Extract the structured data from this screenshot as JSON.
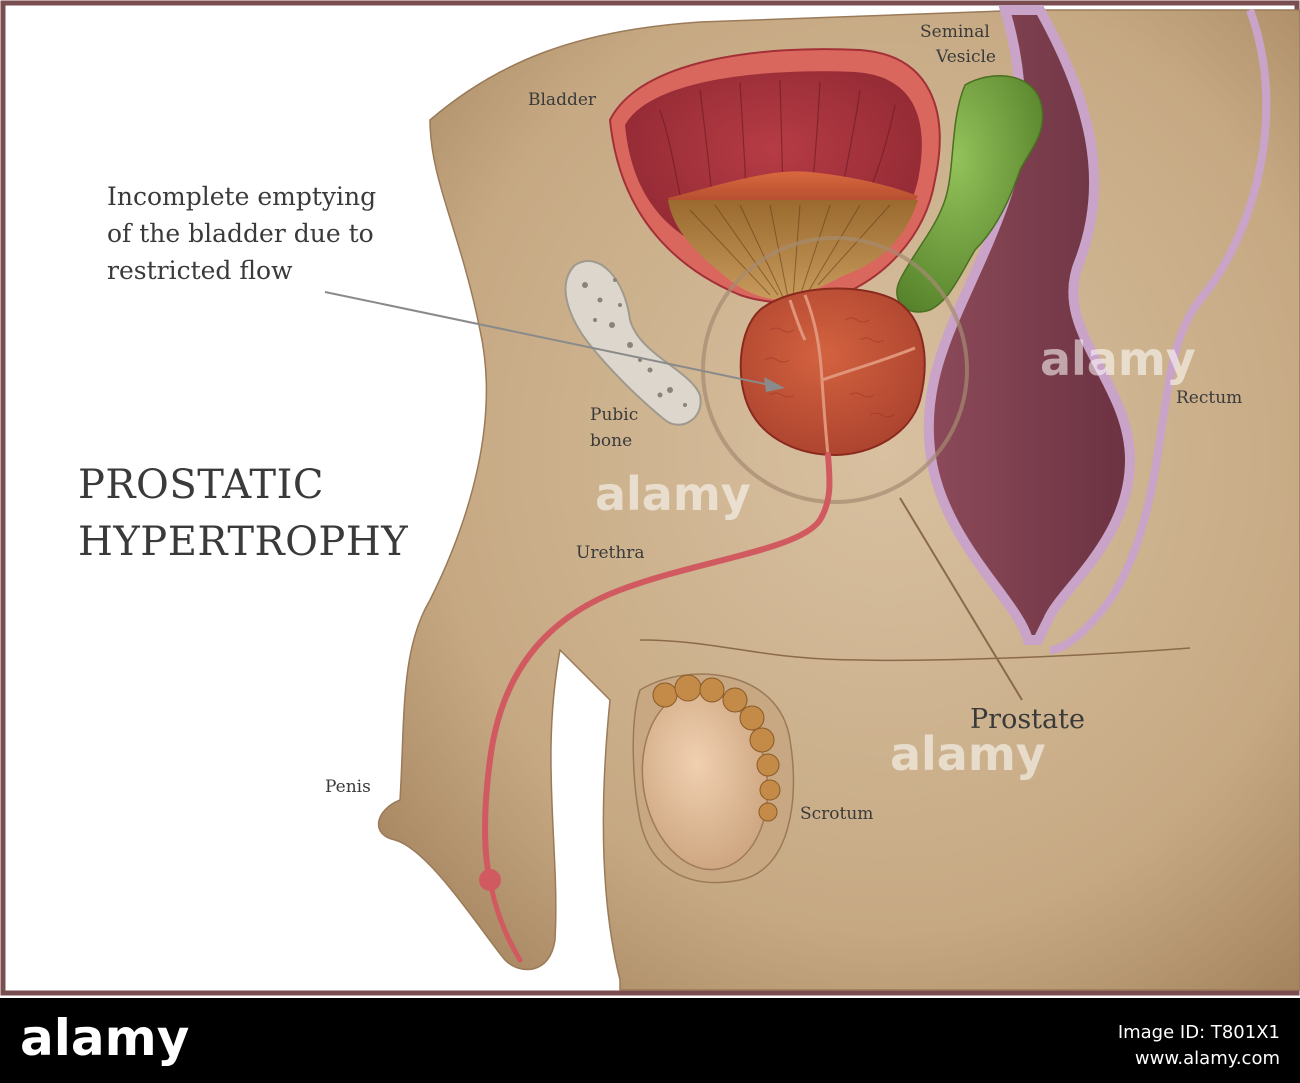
{
  "title_lines": [
    "PROSTATIC",
    "HYPERTROPHY"
  ],
  "callout_lines": [
    "Incomplete emptying",
    "of the bladder due to",
    "restricted flow"
  ],
  "labels": {
    "bladder": "Bladder",
    "seminal_vesicle_lines": [
      "Seminal",
      "Vesicle"
    ],
    "pubic_bone_lines": [
      "Pubic",
      "bone"
    ],
    "rectum": "Rectum",
    "urethra": "Urethra",
    "prostate": "Prostate",
    "penis": "Penis",
    "scrotum": "Scrotum"
  },
  "watermark": "alamy",
  "footer": {
    "logo": "alamy",
    "image_id": "Image ID: T801X1",
    "site": "www.alamy.com"
  },
  "colors": {
    "skin": "#c8ad8a",
    "bladder_wall": "#c9424a",
    "prostate": "#c0523a",
    "seminal_vesicle": "#6f9a3a",
    "rectum": "#7a3e4c",
    "rectum_lining": "#c9a3c8",
    "footer_bg": "#000000"
  }
}
